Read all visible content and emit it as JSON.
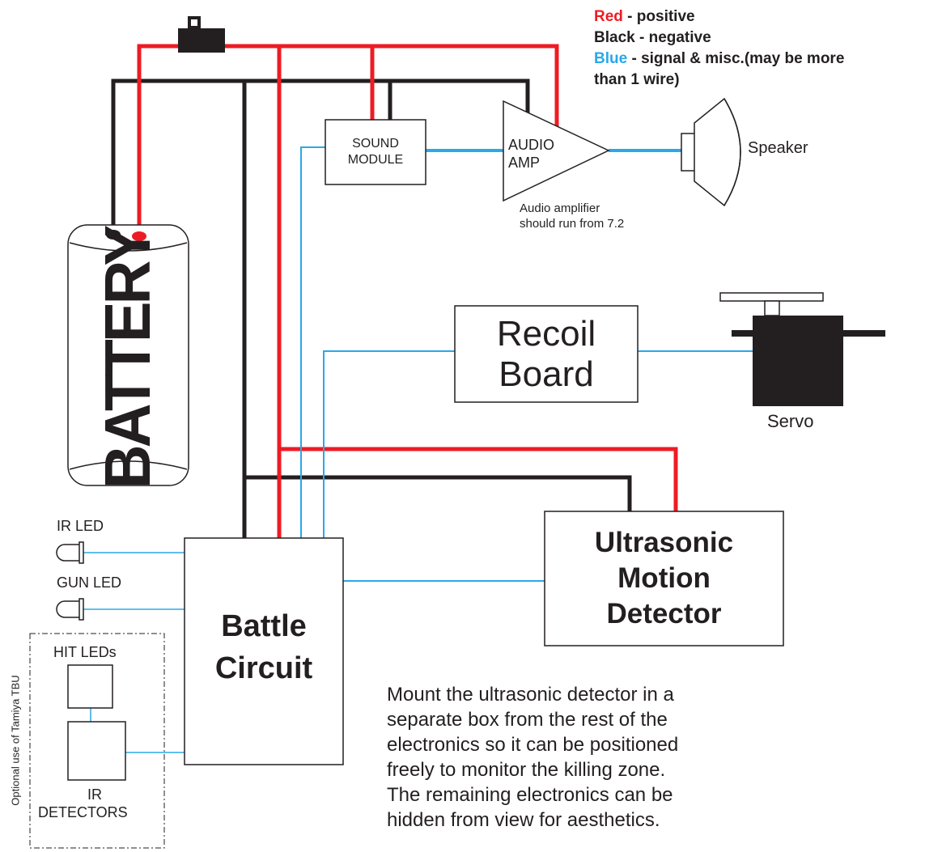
{
  "legend": {
    "red_word": "Red",
    "red_desc": " - positive",
    "black_line": "Black - negative",
    "blue_word": "Blue",
    "blue_desc": " - signal & misc.(may be more",
    "blue_desc2": "than 1 wire)"
  },
  "components": {
    "battery": "BATTERY",
    "sound_module_1": "SOUND",
    "sound_module_2": "MODULE",
    "audio_amp_1": "AUDIO",
    "audio_amp_2": "AMP",
    "amp_note_1": "Audio amplifier",
    "amp_note_2": "should run from 7.2",
    "speaker": "Speaker",
    "recoil_1": "Recoil",
    "recoil_2": "Board",
    "servo": "Servo",
    "ultra_1": "Ultrasonic",
    "ultra_2": "Motion",
    "ultra_3": "Detector",
    "battle_1": "Battle",
    "battle_2": "Circuit",
    "ir_led": "IR LED",
    "gun_led": "GUN LED",
    "hit_leds": "HIT LEDs",
    "ir_det_1": "IR",
    "ir_det_2": "DETECTORS",
    "optional": "Optional use of Tamiya TBU"
  },
  "note_lines": [
    "Mount the ultrasonic detector in a",
    "separate box from the rest of the",
    "electronics so it can be positioned",
    "freely to monitor the killing zone.",
    "The remaining electronics can be",
    "hidden from view for aesthetics."
  ],
  "colors": {
    "positive": "#ed1c24",
    "negative": "#231f20",
    "signal": "#2aa8e8"
  }
}
